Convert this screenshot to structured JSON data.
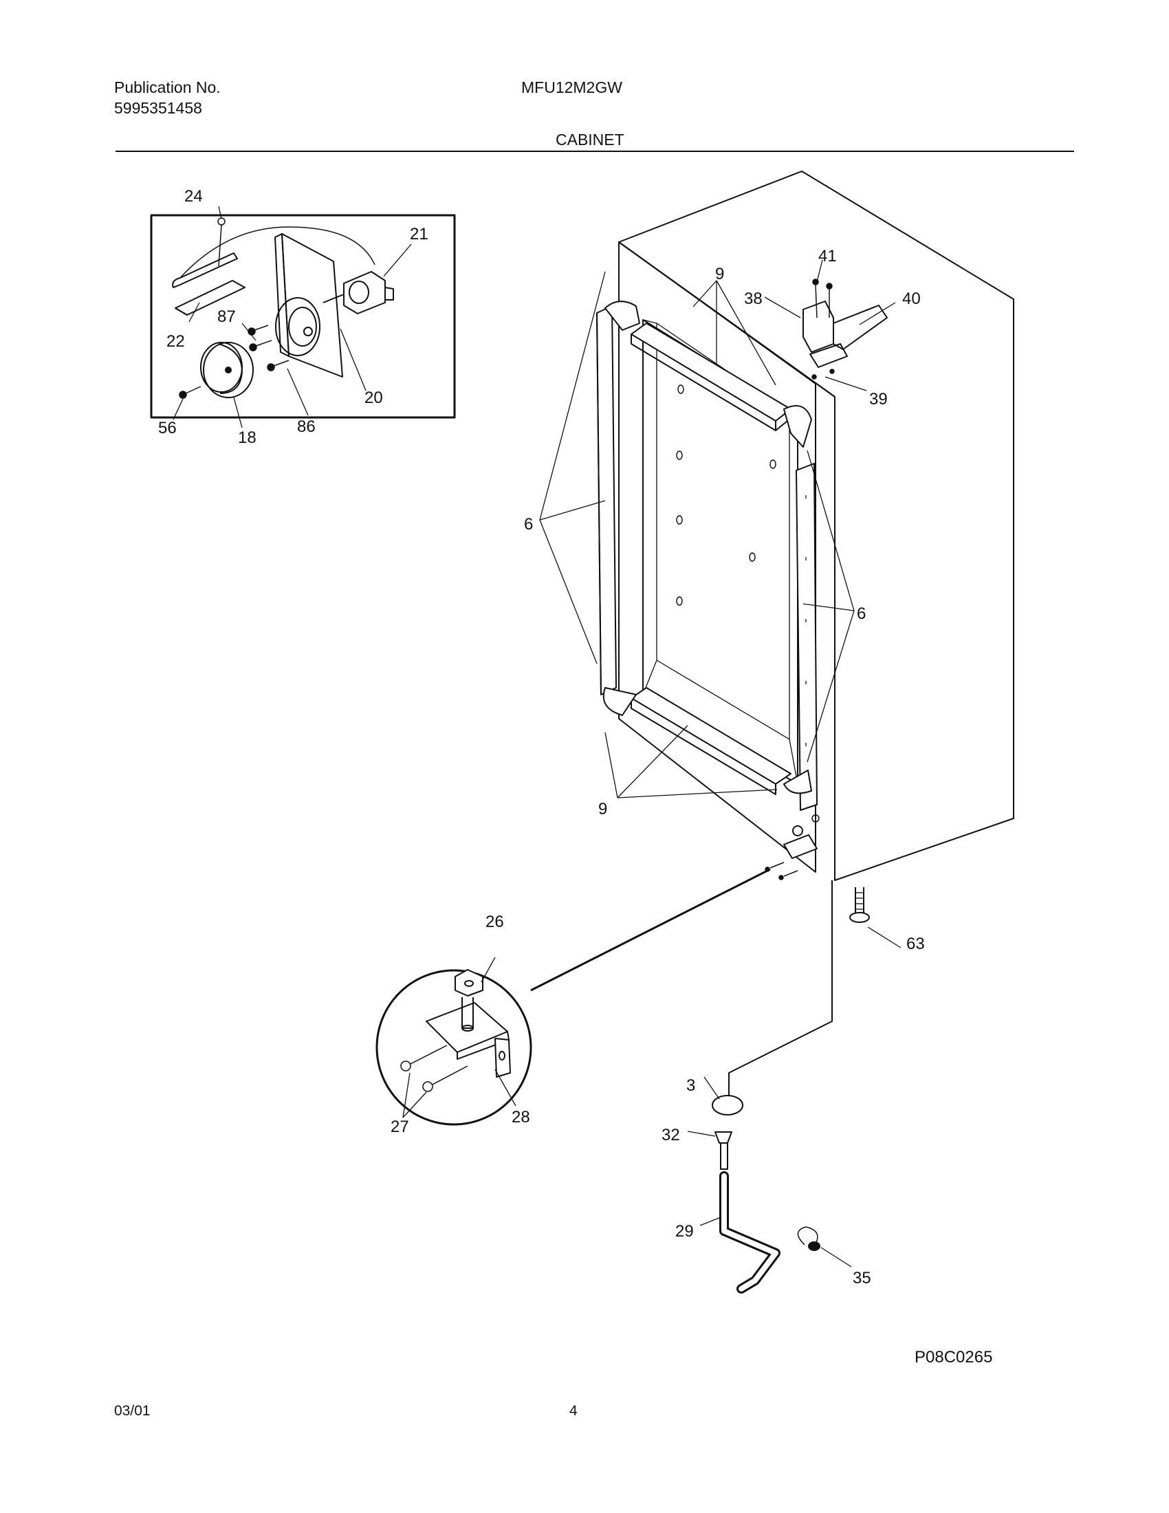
{
  "header": {
    "publication_label": "Publication No.",
    "publication_number": "5995351458",
    "model": "MFU12M2GW",
    "section_title": "CABINET"
  },
  "parts": {
    "p24": "24",
    "p21": "21",
    "p22": "22",
    "p87": "87",
    "p20": "20",
    "p56": "56",
    "p18": "18",
    "p86": "86",
    "p41": "41",
    "p9_top": "9",
    "p38": "38",
    "p40": "40",
    "p39": "39",
    "p6_left": "6",
    "p6_right": "6",
    "p9_bottom": "9",
    "p26": "26",
    "p63": "63",
    "p27": "27",
    "p28": "28",
    "p3": "3",
    "p32": "32",
    "p29": "29",
    "p35": "35"
  },
  "footer": {
    "figure_id": "P08C0265",
    "date": "03/01",
    "page": "4"
  }
}
